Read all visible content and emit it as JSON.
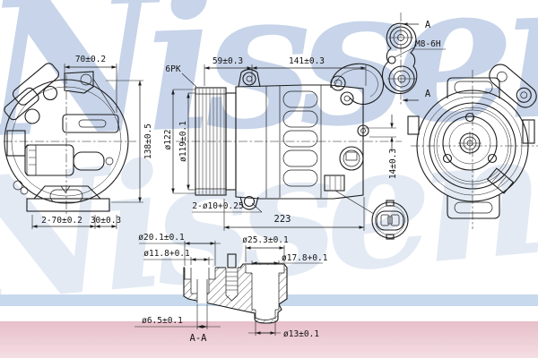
{
  "meta": {
    "drawing_type": "AC compressor dimensional drawing",
    "views": [
      "front view",
      "side view",
      "rear view",
      "lug detail",
      "section A-A",
      "connector detail"
    ]
  },
  "watermark": {
    "brand": "Nissens"
  },
  "colors": {
    "line": "#1c1c1c",
    "watermark_blue": "#7a98cb",
    "band_blue": "#c7d9ec",
    "band_pink": "#e7bfc9",
    "paper": "#ffffff"
  },
  "labels": {
    "front_width": "70±0.2",
    "front_height": "138±0.5",
    "front_holes_span": "2-70±0.2",
    "front_offset": "30±0.3",
    "belt_type": "6PK",
    "pulley_depth": "59±0.3",
    "body_length": "141±0.3",
    "pulley_outer_dia": "ø122",
    "pulley_pitch_dia": "ø119±0.1",
    "mount_holes": "2-ø10+0.25",
    "total_length": "223",
    "port_offset": "14±0.3",
    "section_arrow_top": "A",
    "thread_spec": "M8-6H",
    "section_arrow_bottom": "A",
    "port_counterbore_dia": "ø20.1±0.1",
    "port_bore_dia": "ø11.8+0.1",
    "suction_counterbore_dia": "ø25.3±0.1",
    "suction_bore_dia": "ø17.8+0.1",
    "bolt_hole_dia": "ø6.5±0.1",
    "section_name": "A-A",
    "suction_tube_dia": "ø13±0.1"
  }
}
